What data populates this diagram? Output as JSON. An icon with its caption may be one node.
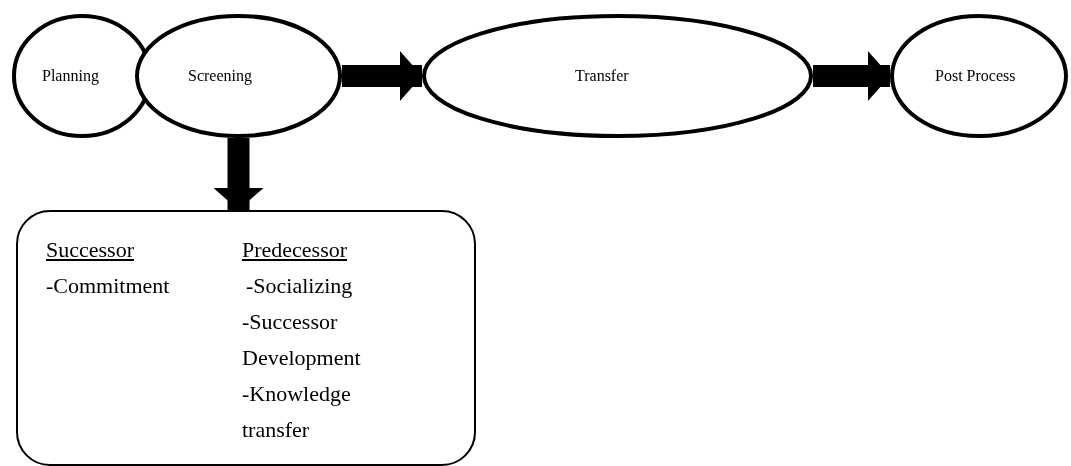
{
  "diagram": {
    "nodes": [
      {
        "text": [
          "Planning"
        ]
      },
      {
        "text": [
          "Screening"
        ]
      },
      {
        "text": [
          "Transfer"
        ]
      },
      {
        "text": [
          "Post Process"
        ]
      },
      {
        "text": [
          "Successor",
          "-Commitment",
          "Predecessor",
          "-Socializing",
          "-Successor Development",
          "-Knowledge transfer"
        ]
      }
    ],
    "edges": [
      {
        "from": 1,
        "to": 2,
        "arrow": "to"
      },
      {
        "from": 2,
        "to": 3,
        "arrow": "to"
      },
      {
        "from": 1,
        "to": 4,
        "arrow": "to"
      }
    ]
  }
}
